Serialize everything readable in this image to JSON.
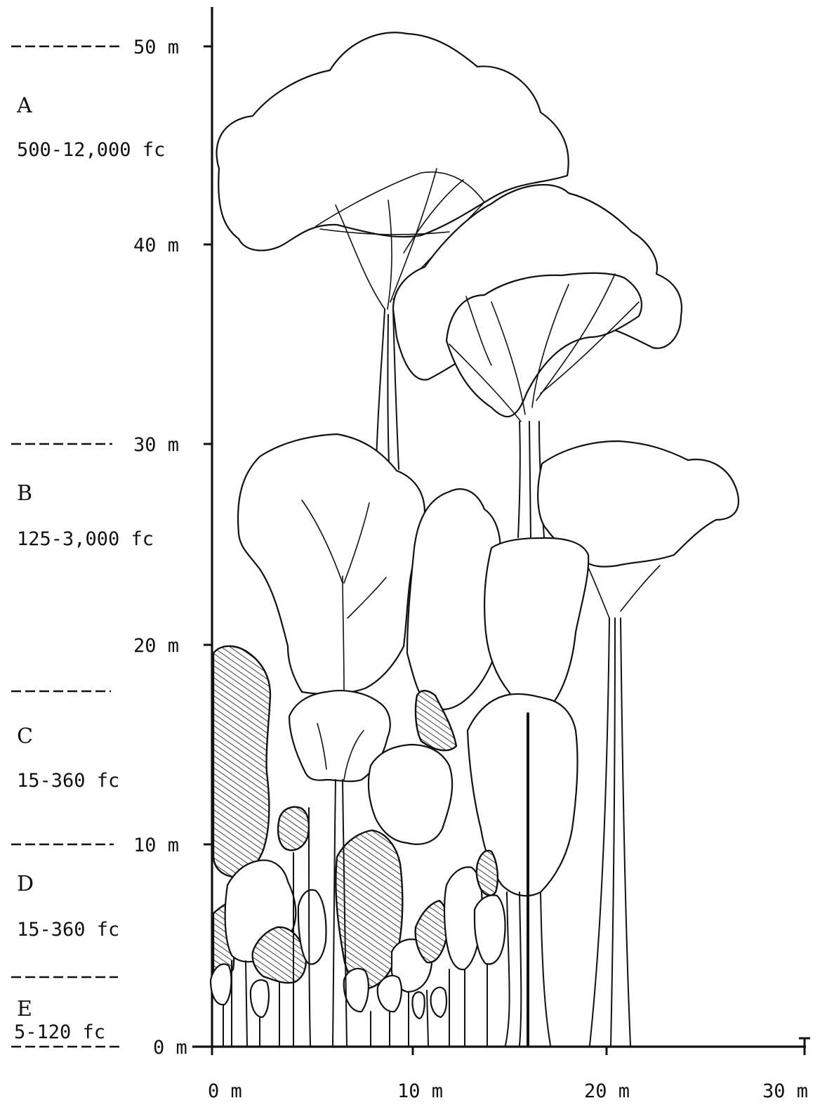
{
  "y_axis": {
    "ticks": [
      {
        "label": "50 m",
        "value": 50
      },
      {
        "label": "40 m",
        "value": 40
      },
      {
        "label": "30 m",
        "value": 30
      },
      {
        "label": "20 m",
        "value": 20
      },
      {
        "label": "10 m",
        "value": 10
      },
      {
        "label": "0 m",
        "value": 0
      }
    ]
  },
  "x_axis": {
    "ticks": [
      {
        "label": "0 m",
        "value": 0
      },
      {
        "label": "10 m",
        "value": 10
      },
      {
        "label": "20 m",
        "value": 20
      },
      {
        "label": "30 m",
        "value": 30
      }
    ]
  },
  "strata": [
    {
      "letter": "A",
      "illumination": "500-12,000 fc"
    },
    {
      "letter": "B",
      "illumination": "125-3,000 fc"
    },
    {
      "letter": "C",
      "illumination": "15-360 fc"
    },
    {
      "letter": "D",
      "illumination": "15-360 fc"
    },
    {
      "letter": "E",
      "illumination": "5-120 fc"
    }
  ],
  "colors": {
    "ink": "#111111",
    "paper": "#ffffff"
  }
}
